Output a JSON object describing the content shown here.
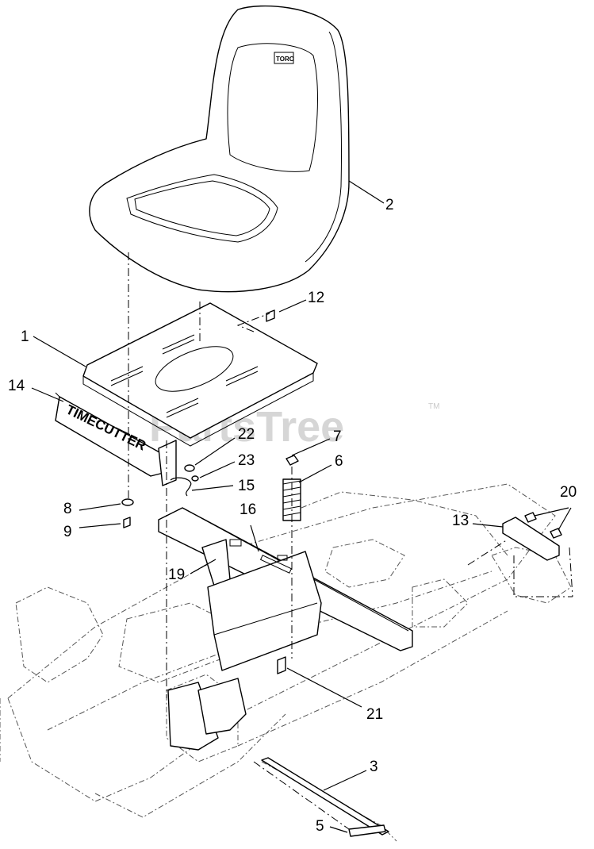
{
  "watermark": {
    "text": "PartsTree",
    "trademark": "TM"
  },
  "seat_logo": "TORO",
  "pan_decal": "TIMECUTTER",
  "callouts": [
    {
      "id": "2",
      "label": "2"
    },
    {
      "id": "12",
      "label": "12"
    },
    {
      "id": "1",
      "label": "1"
    },
    {
      "id": "14",
      "label": "14"
    },
    {
      "id": "22",
      "label": "22"
    },
    {
      "id": "23",
      "label": "23"
    },
    {
      "id": "7",
      "label": "7"
    },
    {
      "id": "6",
      "label": "6"
    },
    {
      "id": "15",
      "label": "15"
    },
    {
      "id": "8",
      "label": "8"
    },
    {
      "id": "9",
      "label": "9"
    },
    {
      "id": "16",
      "label": "16"
    },
    {
      "id": "13",
      "label": "13"
    },
    {
      "id": "20",
      "label": "20"
    },
    {
      "id": "19",
      "label": "19"
    },
    {
      "id": "21",
      "label": "21"
    },
    {
      "id": "3",
      "label": "3"
    },
    {
      "id": "5",
      "label": "5"
    }
  ]
}
